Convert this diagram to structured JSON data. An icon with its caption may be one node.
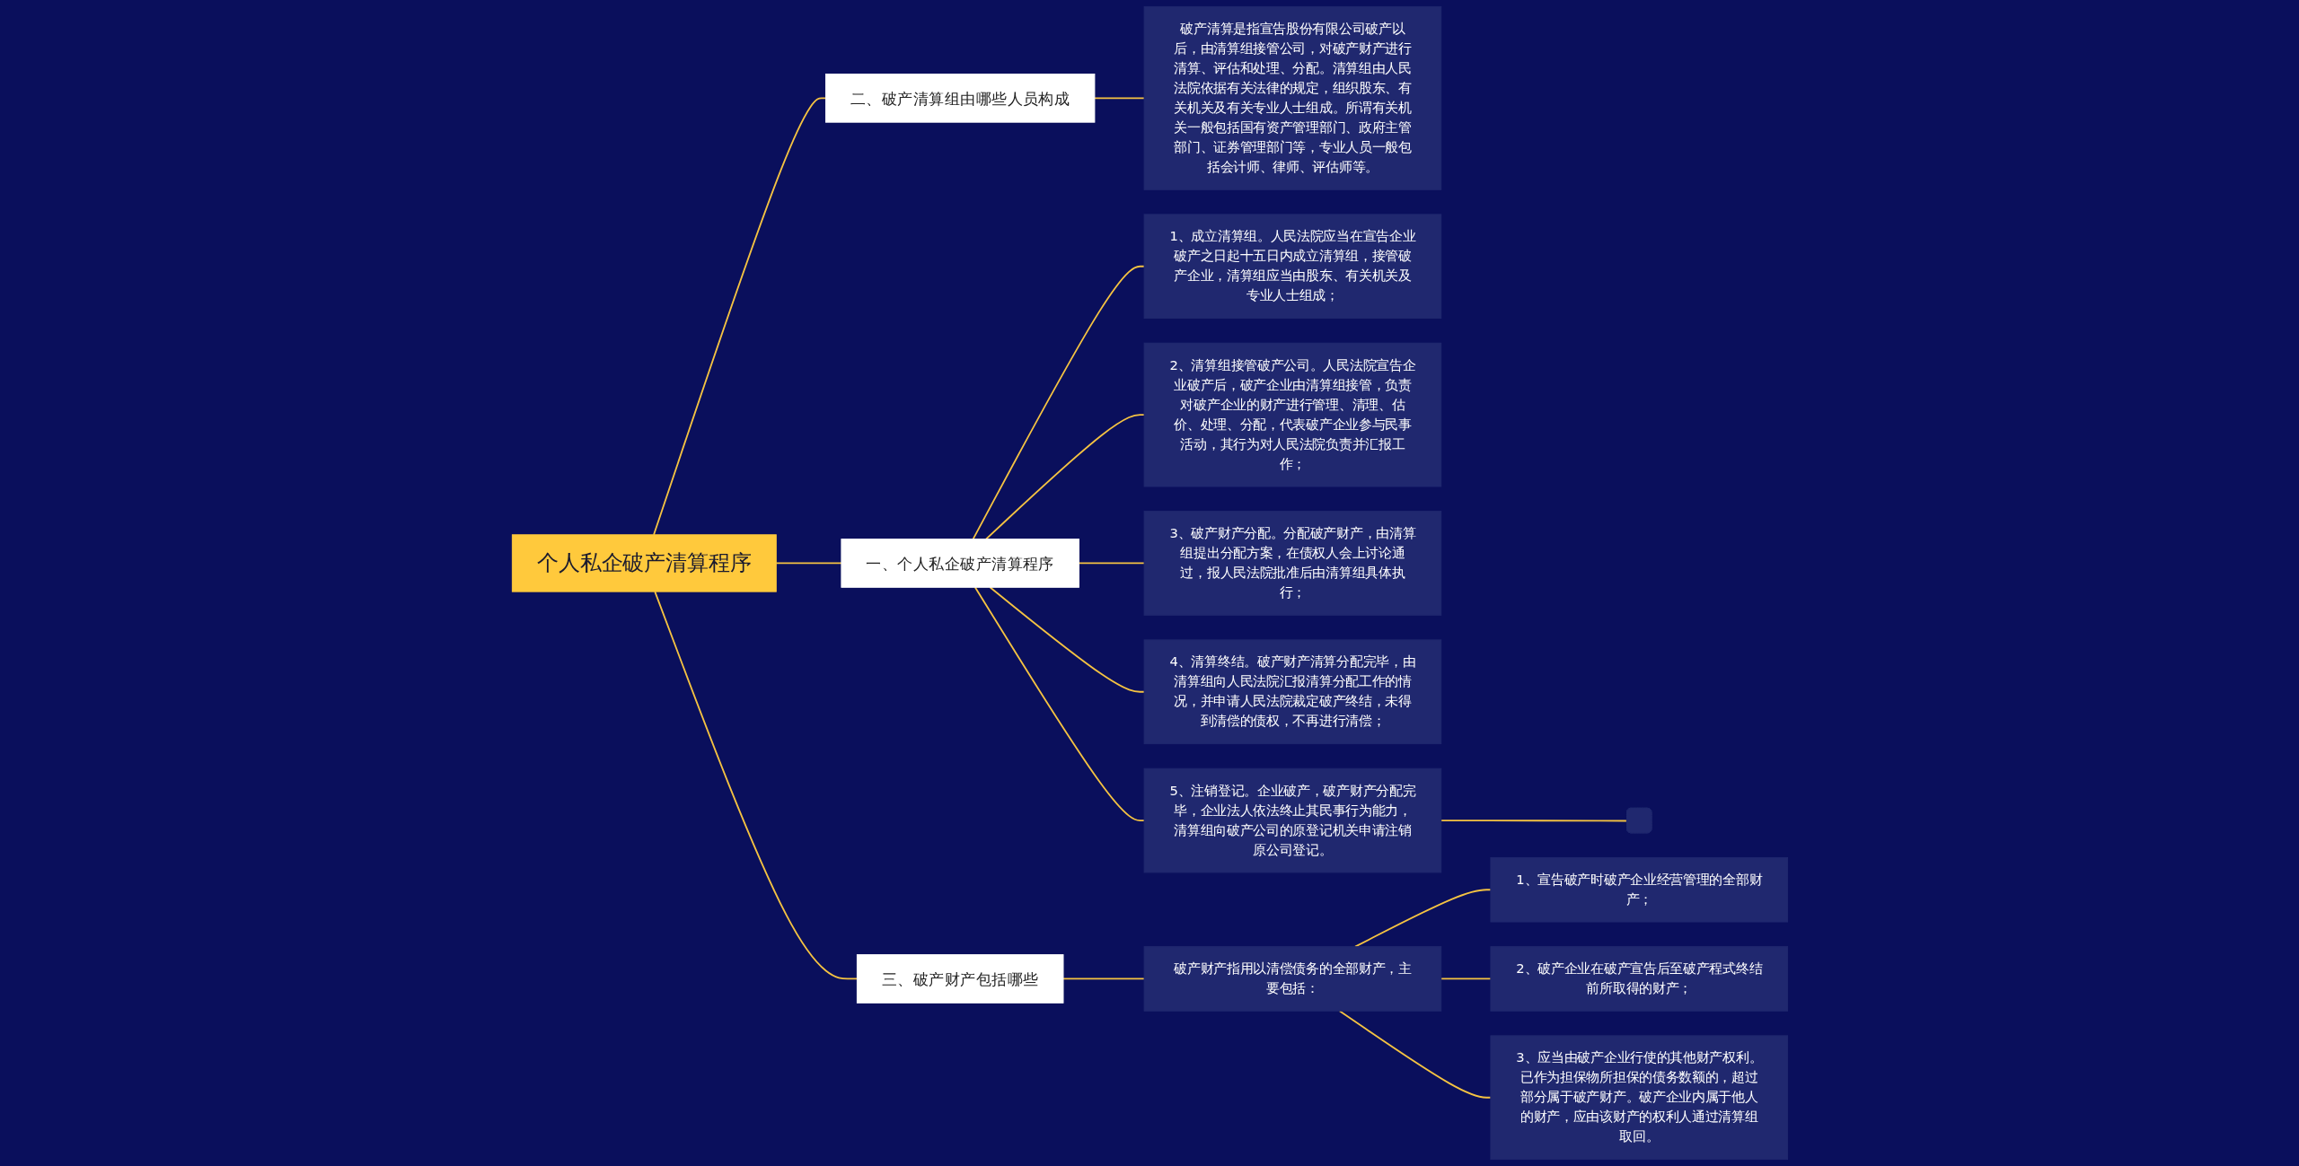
{
  "diagram": {
    "nodes": [
      {
        "text": [
          "个人私企破产清算程序"
        ]
      },
      {
        "text": [
          "二、破产清算组由哪些人员构成"
        ]
      },
      {
        "text": [
          "破产清算是指宣告股份有限公司破产以后，由清算组接管公司，对破产财产进行清算、评估和处理、分配。清算组由人民法院依据有关法律的规定，组织股东、有关机关及有关专业人士组成。所谓有关机关一般包括国有资产管理部门、政府主管部门、证券管理部门等，专业人员一般包括会计师、律师、评估师等。"
        ]
      },
      {
        "text": [
          "一、个人私企破产清算程序"
        ]
      },
      {
        "text": [
          "1、成立清算组。人民法院应当在宣告企业破产之日起十五日内成立清算组，接管破产企业，清算组应当由股东、有关机关及专业人士组成；"
        ]
      },
      {
        "text": [
          "2、清算组接管破产公司。人民法院宣告企业破产后，破产企业由清算组接管，负责对破产企业的财产进行管理、清理、估价、处理、分配，代表破产企业参与民事活动，其行为对人民法院负责并汇报工作；"
        ]
      },
      {
        "text": [
          "3、破产财产分配。分配破产财产，由清算组提出分配方案，在债权人会上讨论通过，报人民法院批准后由清算组具体执行；"
        ]
      },
      {
        "text": [
          "4、清算终结。破产财产清算分配完毕，由清算组向人民法院汇报清算分配工作的情况，并申请人民法院裁定破产终结，未得到清偿的债权，不再进行清偿；"
        ]
      },
      {
        "text": [
          "5、注销登记。企业破产，破产财产分配完毕，企业法人依法终止其民事行为能力，清算组向破产公司的原登记机关申请注销原公司登记。"
        ]
      },
      {
        "text": [],
        "shape": "box"
      },
      {
        "text": [
          "三、破产财产包括哪些"
        ]
      },
      {
        "text": [
          "破产财产指用以清偿债务的全部财产，主要包括："
        ]
      },
      {
        "text": [
          "1、宣告破产时破产企业经营管理的全部财产；"
        ]
      },
      {
        "text": [
          "2、破产企业在破产宣告后至破产程式终结前所取得的财产；"
        ]
      },
      {
        "text": [
          "3、应当由破产企业行使的其他财产权利。已作为担保物所担保的债务数额的，超过部分属于破产财产。破产企业内属于他人的财产，应由该财产的权利人通过清算组取回。"
        ]
      }
    ],
    "edges": [
      {
        "from": 0,
        "to": 1,
        "arrow": "none"
      },
      {
        "from": 1,
        "to": 2,
        "arrow": "none"
      },
      {
        "from": 0,
        "to": 3,
        "arrow": "none"
      },
      {
        "from": 3,
        "to": 4,
        "arrow": "none"
      },
      {
        "from": 3,
        "to": 5,
        "arrow": "none"
      },
      {
        "from": 3,
        "to": 6,
        "arrow": "none"
      },
      {
        "from": 3,
        "to": 7,
        "arrow": "none"
      },
      {
        "from": 3,
        "to": 8,
        "arrow": "none"
      },
      {
        "from": 8,
        "to": 9,
        "arrow": "none"
      },
      {
        "from": 0,
        "to": 10,
        "arrow": "none"
      },
      {
        "from": 10,
        "to": 11,
        "arrow": "none"
      },
      {
        "from": 11,
        "to": 12,
        "arrow": "none"
      },
      {
        "from": 11,
        "to": 13,
        "arrow": "none"
      },
      {
        "from": 11,
        "to": 14,
        "arrow": "none"
      }
    ]
  }
}
